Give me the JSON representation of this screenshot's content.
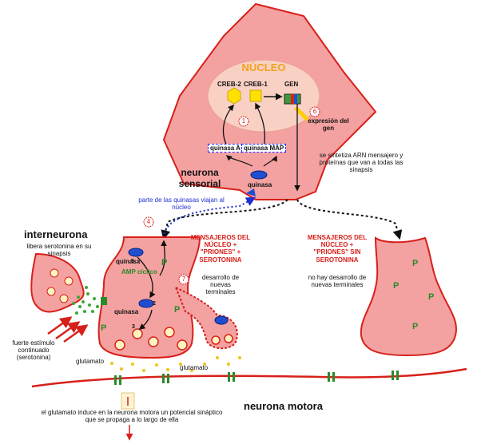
{
  "labels": {
    "nucleo": "NÚCLEO",
    "creb2": "CREB-2",
    "creb1": "CREB-1",
    "gen": "GEN",
    "expresion": "expresión del gen",
    "quinasa_a": "quinasa A",
    "quinasa_map": "quinasa MAP",
    "quinasa_top": "quinasa",
    "neurona_sensorial": "neurona sensorial",
    "sintetiza": "se sintetiza ARN mensajero y proteínas que van a todas las sinapsis",
    "parte_quinasas": "parte de las quinasas viajan al núcleo",
    "interneurona": "interneurona",
    "libera": "libera serotonina en su sinapsis",
    "quinasa_left": "quinasa",
    "amp": "AMP cíclico",
    "quinasa_mid": "quinasa",
    "fuerte": "fuerte estímulo continuado (serotonina)",
    "glutamato1": "glutamato",
    "glutamato2": "glutamato",
    "mensajeros_con": "MENSAJEROS DEL NÚCLEO + \"PRIONES\" + SEROTONINA",
    "desarrollo_con": "desarrollo de nuevas terminales",
    "mensajeros_sin": "MENSAJEROS DEL NÚCLEO + \"PRIONES\" SIN SEROTONINA",
    "desarrollo_sin": "no hay desarrollo de nuevas terminales",
    "neurona_motora": "neurona motora",
    "glutamato_induce": "el glutamato induce en la neurona motora un potencial sináptico que se propaga a  lo largo de ella",
    "num_1": "1",
    "num_2": "2",
    "num_3": "3",
    "num_4": "4",
    "num_5": "5",
    "num_6": "6",
    "num_7": "7",
    "p": "P"
  },
  "colors": {
    "neuron_fill": "#f4a1a1",
    "neuron_stroke": "#d8201a",
    "nucleus_fill": "#f9d0c4",
    "creb": "#ffe000",
    "kinase": "#1f4fd0",
    "accent_blue": "#1e2fd0",
    "accent_red": "#d8201a",
    "accent_orange": "#f3a21b",
    "p_green": "#2a8a2a",
    "glutamate": "#f0c419"
  }
}
